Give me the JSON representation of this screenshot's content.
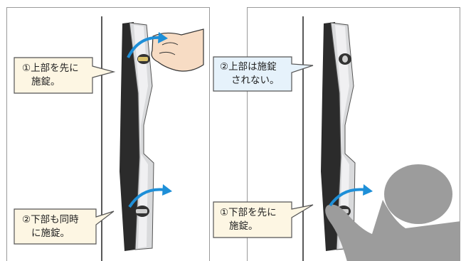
{
  "panels": [
    {
      "callouts": [
        {
          "lines": [
            "①上部を先に",
            "施錠。"
          ],
          "bg": "#fdf6e3"
        },
        {
          "lines": [
            "②下部も同時",
            "に施錠。"
          ],
          "bg": "#fdf6e3"
        }
      ]
    },
    {
      "callouts": [
        {
          "lines": [
            "②上部は施錠",
            "されない。"
          ],
          "bg": "#e6f2fb"
        },
        {
          "lines": [
            "①下部を先に",
            "施錠。"
          ],
          "bg": "#fdf6e3"
        }
      ]
    }
  ],
  "colors": {
    "arrow": "#1e8fd8",
    "handle_dark": "#2b2b2b",
    "handle_silver": "#d9dadc",
    "silhouette": "#9c9c9c",
    "skin": "#f7dcc4"
  },
  "icons": [
    "rotate-arrow-icon",
    "keyhole-icon",
    "hand-icon",
    "person-silhouette-icon"
  ]
}
